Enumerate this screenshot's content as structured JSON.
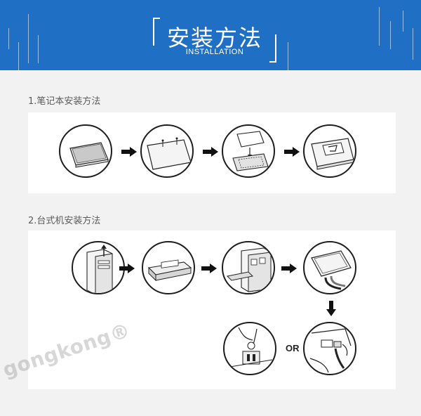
{
  "header": {
    "title_cn": "安装方法",
    "title_en": "INSTALLATION"
  },
  "sections": [
    {
      "label": "1.笔记本安装方法"
    },
    {
      "label": "2.台式机安装方法"
    }
  ],
  "or_label": "OR",
  "watermark": "gongkong®",
  "colors": {
    "banner": "#1f6fc4",
    "background": "#f2f2f3",
    "panel": "#ffffff",
    "ink": "#1d1d1d"
  },
  "icons": {
    "laptop_steps": [
      "laptop-closed-icon",
      "laptop-base-screws-icon",
      "laptop-drive-swap-icon",
      "laptop-drive-installed-icon"
    ],
    "desktop_steps": [
      "desktop-tower-icon",
      "drive-bracket-icon",
      "tower-insert-bracket-icon",
      "ssd-cable-icon"
    ],
    "connect_steps": [
      "motherboard-cable-icon",
      "sata-connect-icon"
    ]
  }
}
